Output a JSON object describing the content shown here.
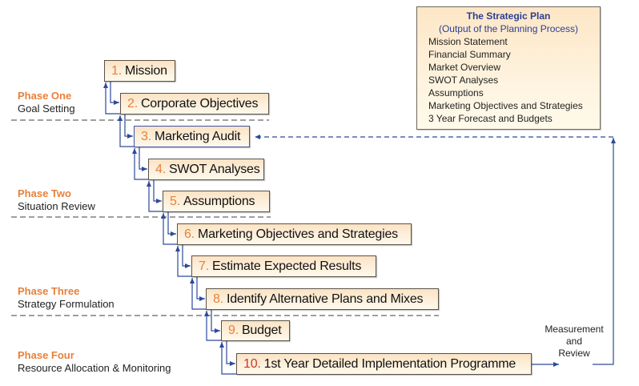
{
  "strategic_plan": {
    "title": "The Strategic Plan",
    "subtitle": "(Output of the Planning Process)",
    "items": [
      "Mission Statement",
      "Financial Summary",
      "Market Overview",
      "SWOT Analyses",
      "Assumptions",
      "Marketing Objectives and Strategies",
      "3 Year Forecast and Budgets"
    ]
  },
  "phases": [
    {
      "name": "Phase One",
      "description": "Goal Setting"
    },
    {
      "name": "Phase Two",
      "description": "Situation Review"
    },
    {
      "name": "Phase Three",
      "description": "Strategy Formulation"
    },
    {
      "name": "Phase Four",
      "description": "Resource Allocation & Monitoring"
    }
  ],
  "steps": [
    {
      "number": "1.",
      "label": "Mission"
    },
    {
      "number": "2.",
      "label": "Corporate Objectives"
    },
    {
      "number": "3.",
      "label": "Marketing Audit"
    },
    {
      "number": "4.",
      "label": "SWOT Analyses"
    },
    {
      "number": "5.",
      "label": "Assumptions"
    },
    {
      "number": "6.",
      "label": "Marketing Objectives and Strategies"
    },
    {
      "number": "7.",
      "label": "Estimate Expected Results"
    },
    {
      "number": "8.",
      "label": "Identify Alternative Plans and Mixes"
    },
    {
      "number": "9.",
      "label": "Budget"
    },
    {
      "number": "10.",
      "label": "1st Year Detailed Implementation Programme"
    }
  ],
  "feedback": {
    "line1": "Measurement",
    "line2": "and",
    "line3": "Review"
  },
  "colors": {
    "phase_name": "#e8803a",
    "step_number": "#e8803a",
    "step_number_final": "#d0342c",
    "connector": "#2d4a9a",
    "plan_title": "#2a3f93"
  }
}
